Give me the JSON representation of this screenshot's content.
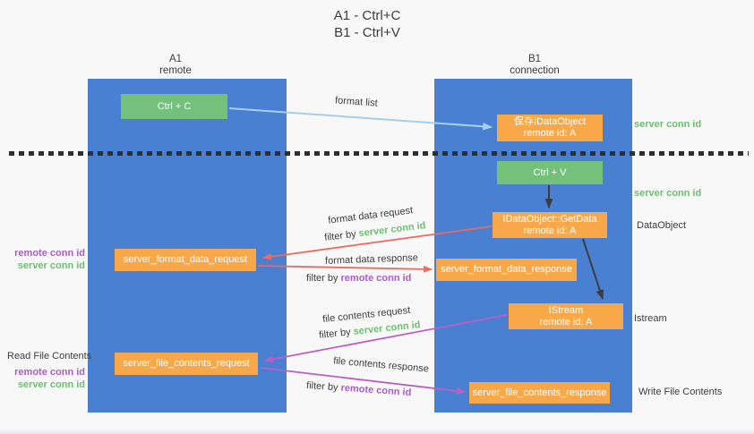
{
  "title": {
    "line1": "A1 - Ctrl+C",
    "line2": "B1 - Ctrl+V"
  },
  "lanes": {
    "left": {
      "name": "A1",
      "role": "remote"
    },
    "right": {
      "name": "B1",
      "role": "connection"
    }
  },
  "nodes": {
    "ctrl_c": {
      "label": "Ctrl + C"
    },
    "save_idataobject": {
      "line1": "保存IDataObject",
      "line2": "remote id: A"
    },
    "ctrl_v": {
      "label": "Ctrl + V"
    },
    "getdata": {
      "line1": "IDataObject::GetData",
      "line2": "remote id: A"
    },
    "format_request": {
      "label": "server_format_data_request"
    },
    "format_response": {
      "label": "server_format_data_response"
    },
    "istream": {
      "line1": "IStream",
      "line2": "remote id: A"
    },
    "file_request": {
      "label": "server_file_contents_request"
    },
    "file_response": {
      "label": "server_file_contents_response"
    }
  },
  "arrow_labels": {
    "format_list": "format list",
    "format_data_request": "format data request",
    "format_data_response": "format data response",
    "file_contents_request": "file contents request",
    "file_contents_response": "file contents response",
    "filter_by": "filter by",
    "server_conn_id": "server conn id",
    "remote_conn_id": "remote conn id"
  },
  "side_labels": {
    "server_conn_id_top": "server conn id",
    "server_conn_id_mid": "server conn id",
    "dataobject": "DataObject",
    "istream": "Istream",
    "read_file_contents": "Read File Contents",
    "write_file_contents": "Write File Contents",
    "remote_conn_id": "remote conn id",
    "server_conn_id": "server conn id"
  },
  "colors": {
    "lane_blue": "#4a80d2",
    "box_green": "#74c17c",
    "box_orange": "#f8a849",
    "arrow_blue": "#a6cfec",
    "arrow_red": "#ee6a60",
    "arrow_purple": "#bb5fc5",
    "arrow_black": "#3c3c3c",
    "text_green": "#6abf70",
    "text_purple": "#ab5bc8",
    "text_dark": "#3c3c3c",
    "background": "#f8f8f8"
  }
}
